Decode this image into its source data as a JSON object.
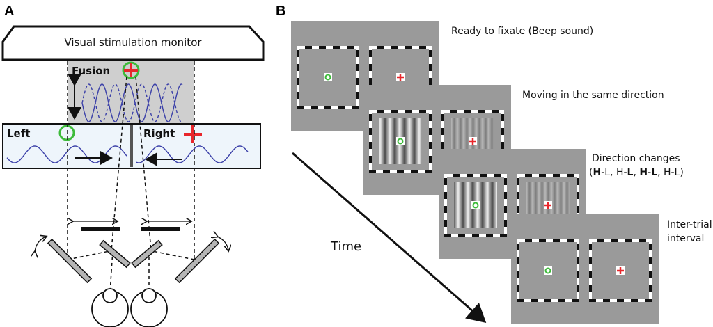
{
  "panel_a": {
    "label": "A",
    "monitor_label": "Visual stimulation monitor",
    "fusion_label": "Fusion",
    "left_label": "Left",
    "right_label": "Right"
  },
  "panel_b": {
    "label": "B",
    "time_label": "Time",
    "steps": [
      {
        "caption": "Ready to fixate (Beep sound)",
        "gratings": false
      },
      {
        "caption": "Moving in the same direction",
        "gratings": true
      },
      {
        "caption_line1": "Direction changes",
        "caption_line2_parts": [
          {
            "text": "(",
            "bold": false
          },
          {
            "text": "H",
            "bold": true
          },
          {
            "text": "-L, H-",
            "bold": false
          },
          {
            "text": "L",
            "bold": true
          },
          {
            "text": ", ",
            "bold": false
          },
          {
            "text": "H",
            "bold": true
          },
          {
            "text": "-",
            "bold": false
          },
          {
            "text": "L",
            "bold": true
          },
          {
            "text": ", H-L)",
            "bold": false
          }
        ],
        "gratings": true
      },
      {
        "caption_line1": "Inter-trial",
        "caption_line2": "interval",
        "gratings": false
      }
    ]
  },
  "colors": {
    "fixation_green": "#3dbb3a",
    "fixation_red": "#e8262b",
    "wave_blue": "#3a3fa8",
    "screen_gray": "#9a9a9a",
    "fusion_gray": "#cfcfcf",
    "left_right_bg": "#eef5fb"
  }
}
